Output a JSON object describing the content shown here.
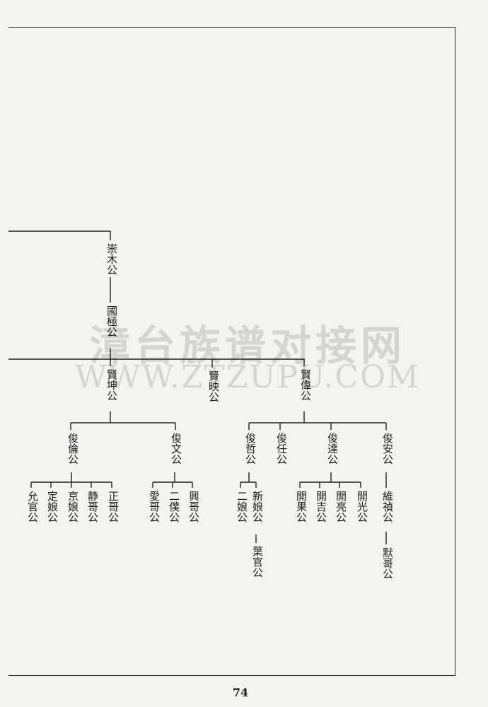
{
  "watermark": {
    "chinese": "漳台族谱对接网",
    "english": "WWW.ZTZUPU.COM"
  },
  "page_number": "74",
  "tree": {
    "chongmu": "崇木公",
    "guoji": "國極公",
    "xiankun": "賢坤公",
    "xianying": "賢映公",
    "xianwei": "賢偉公",
    "junlun": "俊倫公",
    "junwen": "俊文公",
    "junzhe": "俊哲公",
    "junren": "俊任公",
    "junda": "俊達公",
    "junan": "俊安公",
    "yunguan": "允官公",
    "dingniang": "定娘公",
    "jingniang": "京娘公",
    "jingge": "静哥公",
    "zhengge": "正哥公",
    "aige": "愛哥公",
    "erpu": "二僕公",
    "xingge": "興哥公",
    "erniang": "二娘公",
    "xinniang": "新娘公",
    "yeguan": "葉官公",
    "kaiguo": "開果公",
    "kaiji": "開吉公",
    "kailiang": "開亮公",
    "kaiguang": "開光公",
    "weizhen": "維禎公",
    "moge": "默哥公"
  }
}
